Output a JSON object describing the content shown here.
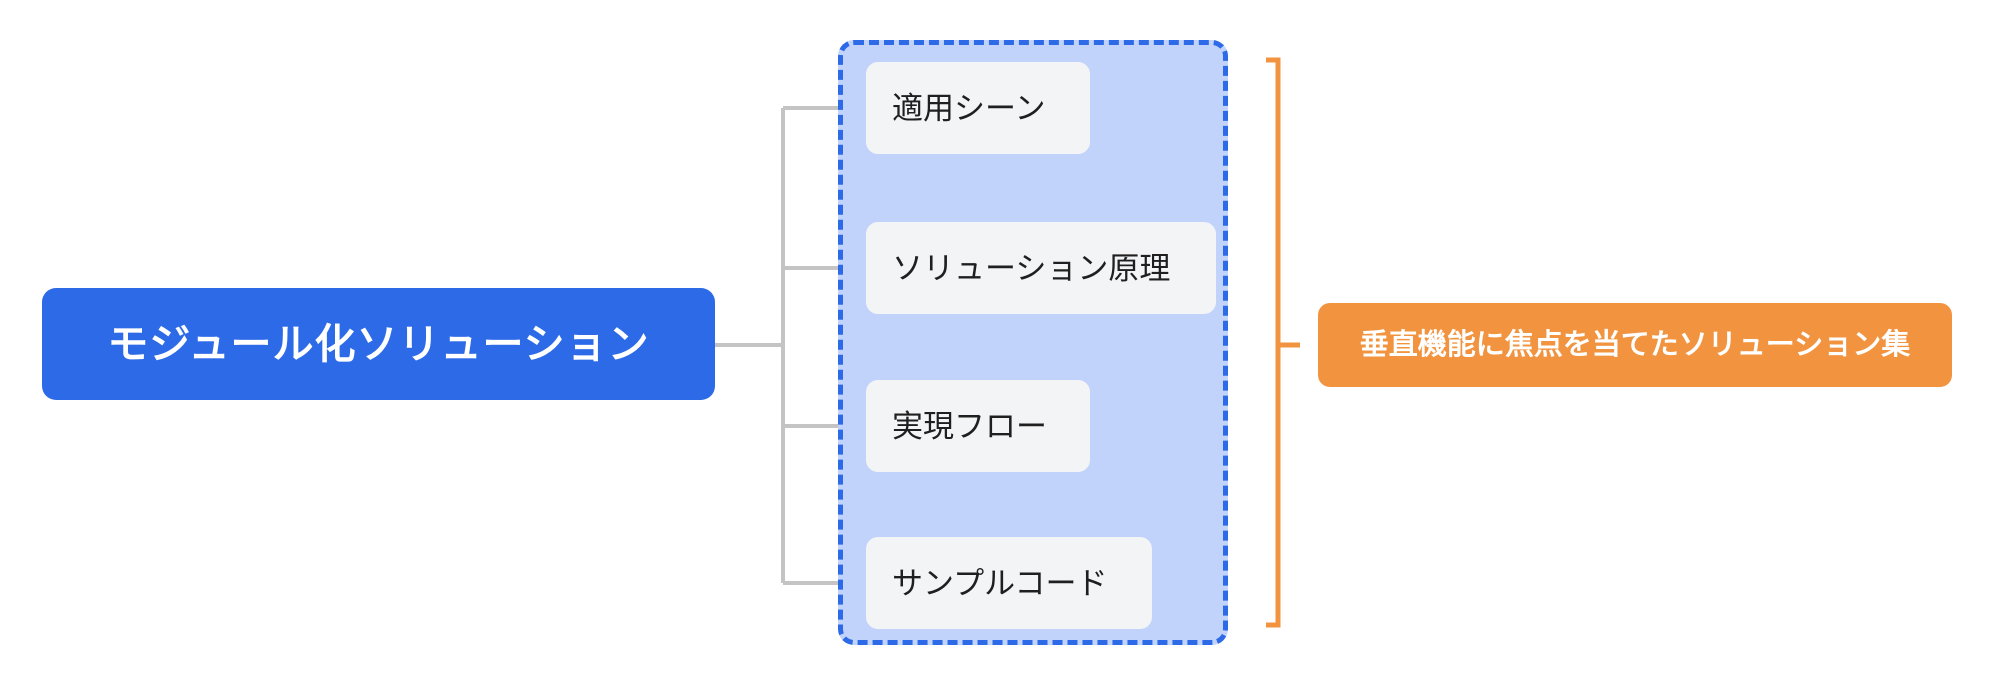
{
  "diagram": {
    "type": "mindmap",
    "root": {
      "label": "モジュール化ソリューション",
      "color": "#2d6ae8",
      "text_color": "#ffffff"
    },
    "children": [
      {
        "label": "適用シーン"
      },
      {
        "label": "ソリューション原理"
      },
      {
        "label": "実現フロー"
      },
      {
        "label": "サンプルコード"
      }
    ],
    "selection": {
      "border_color": "#2d6ae8",
      "fill_color": "#c2d3fb",
      "style": "dashed"
    },
    "child_style": {
      "fill_color": "#f3f4f6",
      "text_color": "#1f1f1f"
    },
    "annotation": {
      "label": "垂直機能に焦点を当てたソリューション集",
      "color": "#f2943f",
      "text_color": "#ffffff",
      "bracket_color": "#f2943f"
    },
    "connector": {
      "color": "#c4c4c4"
    },
    "background": "#ffffff"
  }
}
